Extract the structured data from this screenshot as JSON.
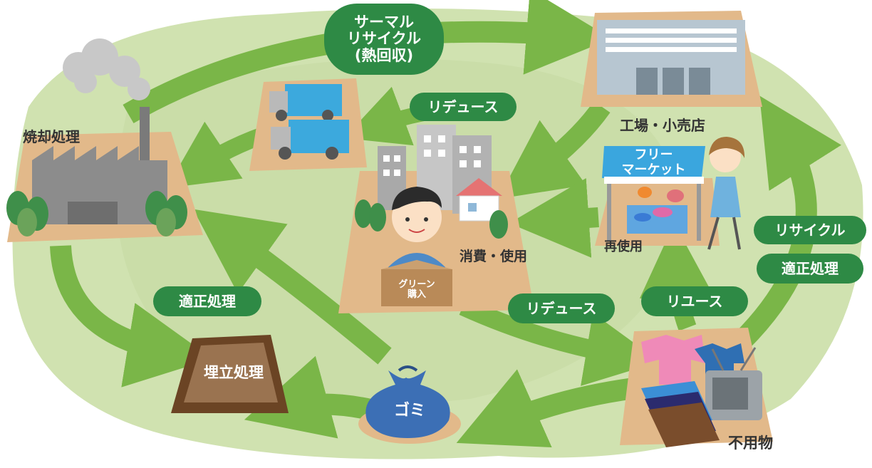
{
  "nodes": {
    "incineration": "焼却処理",
    "factory_store": "工場・小売店",
    "consumption": "消費・使用",
    "reuse_place": "再使用",
    "unwanted": "不用物",
    "landfill": "埋立処理",
    "garbage": "ゴミ",
    "green_purchase": "グリーン\n購入",
    "flea_market": "フリー\nマーケット"
  },
  "pills": {
    "thermal": "サーマル\nリサイクル\n(熱回収)",
    "reduce_top": "リデュース",
    "reduce_bottom": "リデュース",
    "reuse": "リユース",
    "recycle": "リサイクル",
    "proper_right": "適正処理",
    "proper_left": "適正処理"
  },
  "colors": {
    "pill": "#2e8a45",
    "arrow": "#7ab648",
    "ground": "#d0e2b0",
    "tile": "#e2b98a"
  }
}
